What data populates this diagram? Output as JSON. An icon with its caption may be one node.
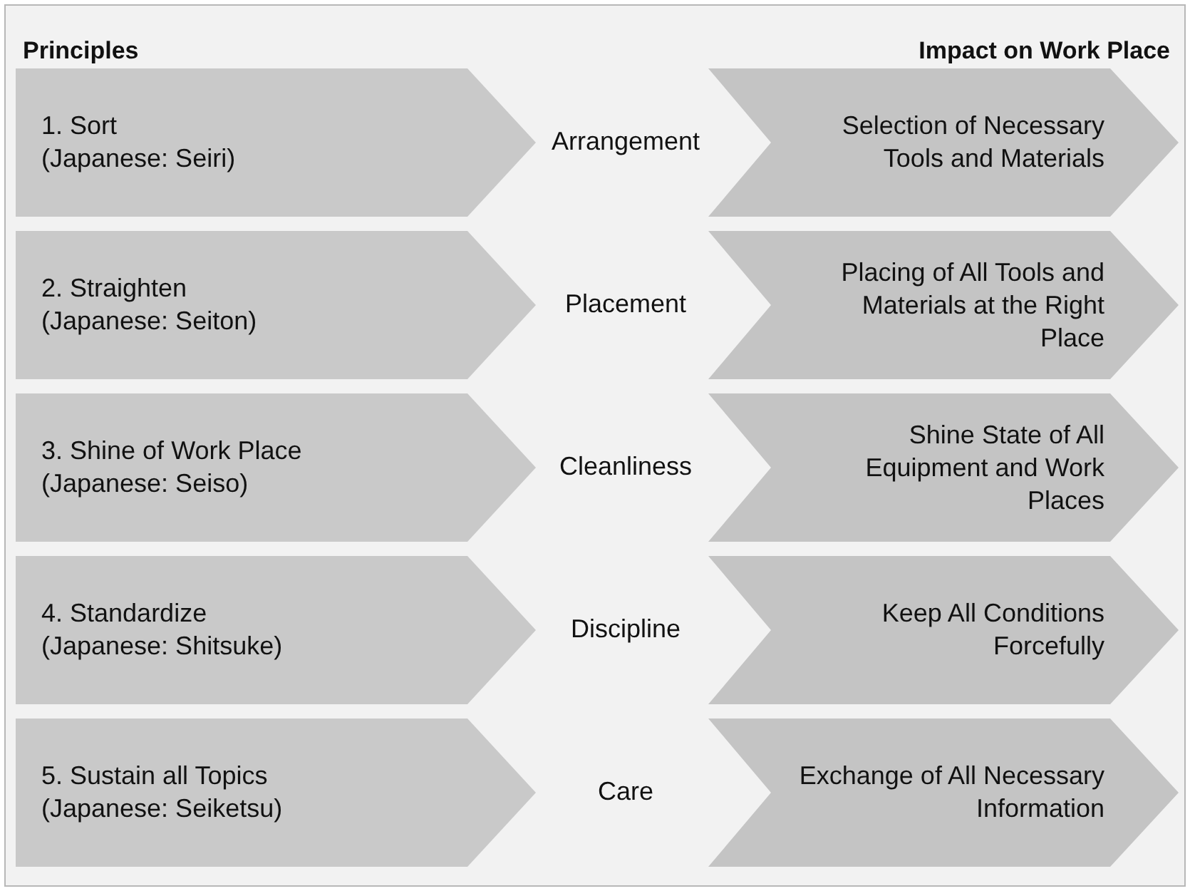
{
  "diagram": {
    "nodes": [
      {
        "text": [
          "1. Sort",
          "(Japanese: Seiri)"
        ]
      },
      {
        "text": [
          "Selection of Necessary Tools and Materials"
        ]
      },
      {
        "text": [
          "2. Straighten",
          "(Japanese: Seiton)"
        ]
      },
      {
        "text": [
          "Placing of All Tools and Materials at the Right Place"
        ]
      },
      {
        "text": [
          "3. Shine of Work Place",
          "(Japanese: Seiso)"
        ]
      },
      {
        "text": [
          "Shine State of All Equipment and Work Places"
        ]
      },
      {
        "text": [
          "4. Standardize",
          "(Japanese: Shitsuke)"
        ]
      },
      {
        "text": [
          "Keep All Conditions Forcefully"
        ]
      },
      {
        "text": [
          "5. Sustain all Topics",
          "(Japanese: Seiketsu)"
        ]
      },
      {
        "text": [
          "Exchange of All Necessary Information"
        ]
      }
    ],
    "labels": [
      "Principles",
      "Impact on Work Place",
      "Arrangement",
      "Placement",
      "Cleanliness",
      "Discipline",
      "Care"
    ]
  }
}
